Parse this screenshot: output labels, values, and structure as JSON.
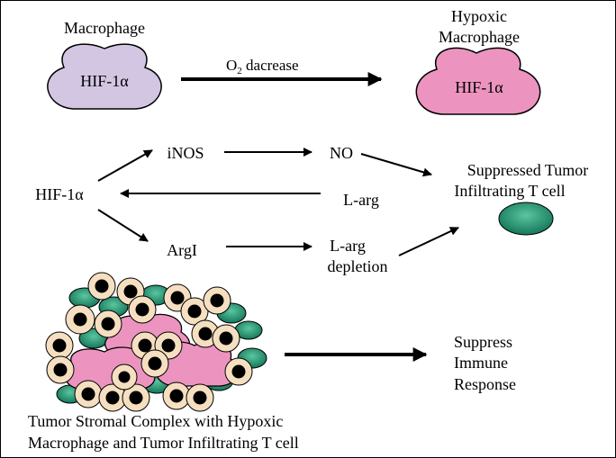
{
  "diagram": {
    "top": {
      "macrophage_label": "Macrophage",
      "macrophage_hif": "HIF-1α",
      "arrow_label_prefix": "O",
      "arrow_label_sub": "2",
      "arrow_label_suffix": " dacrease",
      "hypoxic_label_line1": "Hypoxic",
      "hypoxic_label_line2": "Macrophage",
      "hypoxic_hif": "HIF-1α"
    },
    "pathway": {
      "hif": "HIF-1α",
      "inos": "iNOS",
      "no": "NO",
      "larg": "L-arg",
      "argi": "ArgI",
      "depletion_line1": "L-arg",
      "depletion_line2": "depletion",
      "suppressed_line1": "Suppressed Tumor",
      "suppressed_line2": "Infiltrating T cell"
    },
    "bottom": {
      "complex_line1": "Tumor Stromal Complex with Hypoxic",
      "complex_line2": "Macrophage and Tumor Infiltrating T cell",
      "result_line1": "Suppress",
      "result_line2": "Immune",
      "result_line3": "Response"
    },
    "colors": {
      "macrophage": "#d3c6e3",
      "hypoxic": "#ec94bf",
      "tcell": "#1d8a6a",
      "cell_outer": "#f6dfc1",
      "nucleus": "#000000"
    }
  }
}
